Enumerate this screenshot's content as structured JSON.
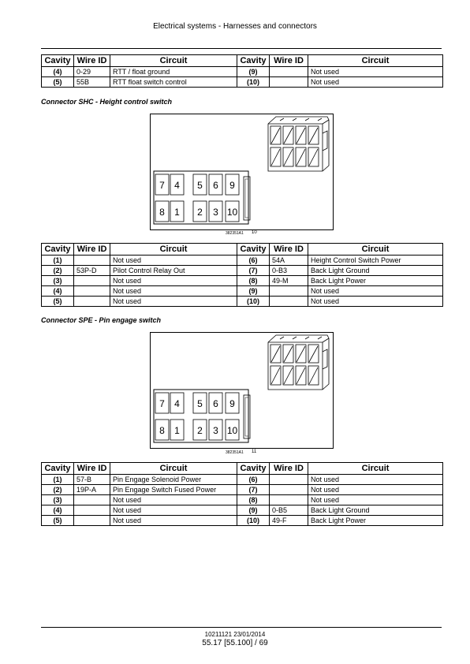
{
  "header": {
    "title": "Electrical systems - Harnesses and connectors"
  },
  "columns": [
    "Cavity",
    "Wire ID",
    "Circuit",
    "Cavity",
    "Wire ID",
    "Circuit"
  ],
  "table1": [
    [
      "(4)",
      "0-29",
      "RTT / float ground",
      "(9)",
      "",
      "Not used"
    ],
    [
      "(5)",
      "55B",
      "RTT float switch control",
      "(10)",
      "",
      "Not used"
    ]
  ],
  "section2": {
    "title": "Connector SHC - Height control switch",
    "figure_id": "382351A1",
    "figure_num": "10",
    "cavity_numbers_top": [
      "7",
      "4",
      "5",
      "6",
      "9"
    ],
    "cavity_numbers_bottom": [
      "8",
      "1",
      "2",
      "3",
      "10"
    ],
    "rows": [
      [
        "(1)",
        "",
        "Not used",
        "(6)",
        "54A",
        "Height Control Switch Power"
      ],
      [
        "(2)",
        "53P-D",
        "Pilot Control Relay Out",
        "(7)",
        "0-B3",
        "Back Light Ground"
      ],
      [
        "(3)",
        "",
        "Not used",
        "(8)",
        "49-M",
        "Back Light Power"
      ],
      [
        "(4)",
        "",
        "Not used",
        "(9)",
        "",
        "Not used"
      ],
      [
        "(5)",
        "",
        "Not used",
        "(10)",
        "",
        "Not used"
      ]
    ]
  },
  "section3": {
    "title": "Connector SPE - Pin engage switch",
    "figure_id": "382351A1",
    "figure_num": "11",
    "cavity_numbers_top": [
      "7",
      "4",
      "5",
      "6",
      "9"
    ],
    "cavity_numbers_bottom": [
      "8",
      "1",
      "2",
      "3",
      "10"
    ],
    "rows": [
      [
        "(1)",
        "57-B",
        "Pin Engage Solenoid Power",
        "(6)",
        "",
        "Not used"
      ],
      [
        "(2)",
        "19P-A",
        "Pin Engage Switch Fused Power",
        "(7)",
        "",
        "Not used"
      ],
      [
        "(3)",
        "",
        "Not used",
        "(8)",
        "",
        "Not used"
      ],
      [
        "(4)",
        "",
        "Not used",
        "(9)",
        "0-B5",
        "Back Light Ground"
      ],
      [
        "(5)",
        "",
        "Not used",
        "(10)",
        "49-F",
        "Back Light Power"
      ]
    ]
  },
  "footer": {
    "code": "10211121 23/01/2014",
    "page": "55.17 [55.100] / 69"
  }
}
